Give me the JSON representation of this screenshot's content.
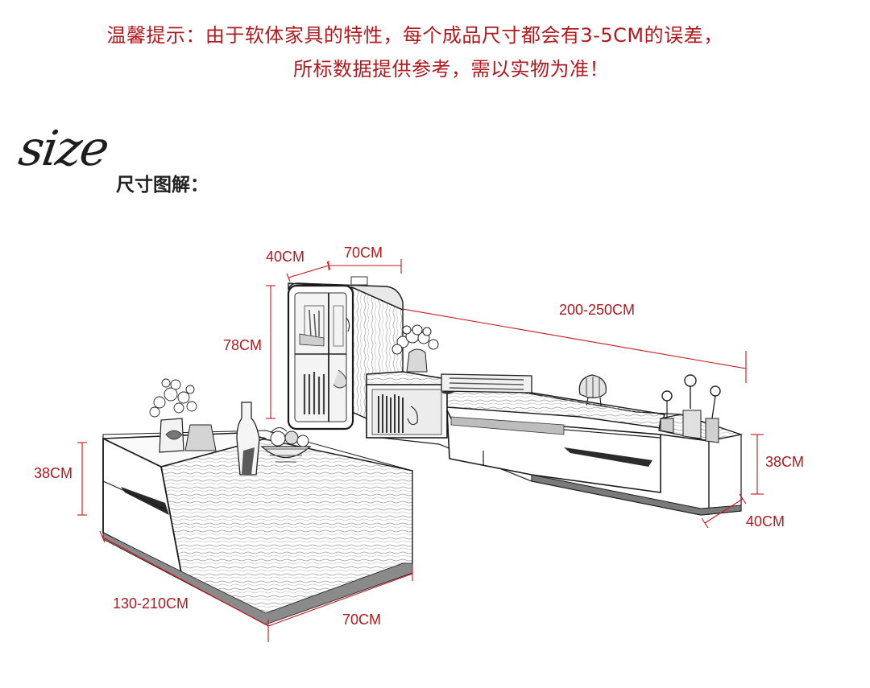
{
  "notice": {
    "line1": "温馨提示：由于软体家具的特性，每个成品尺寸都会有3-5CM的误差，",
    "line2": "所标数据提供参考，需以实物为准！"
  },
  "section": {
    "title_word": "size",
    "title_cn": "尺寸图解："
  },
  "dimensions": {
    "cabinet_depth": "40CM",
    "cabinet_width": "70CM",
    "cabinet_height": "78CM",
    "tv_stand_length": "200-250CM",
    "tv_stand_height": "38CM",
    "tv_stand_depth": "40CM",
    "coffee_table_height": "38CM",
    "coffee_table_length": "130-210CM",
    "coffee_table_width": "70CM"
  },
  "colors": {
    "notice_text": "#b0191e",
    "dimension_line": "#c8141c",
    "outline": "#1a1a1a",
    "wood_grain": "#8a8a8a"
  }
}
